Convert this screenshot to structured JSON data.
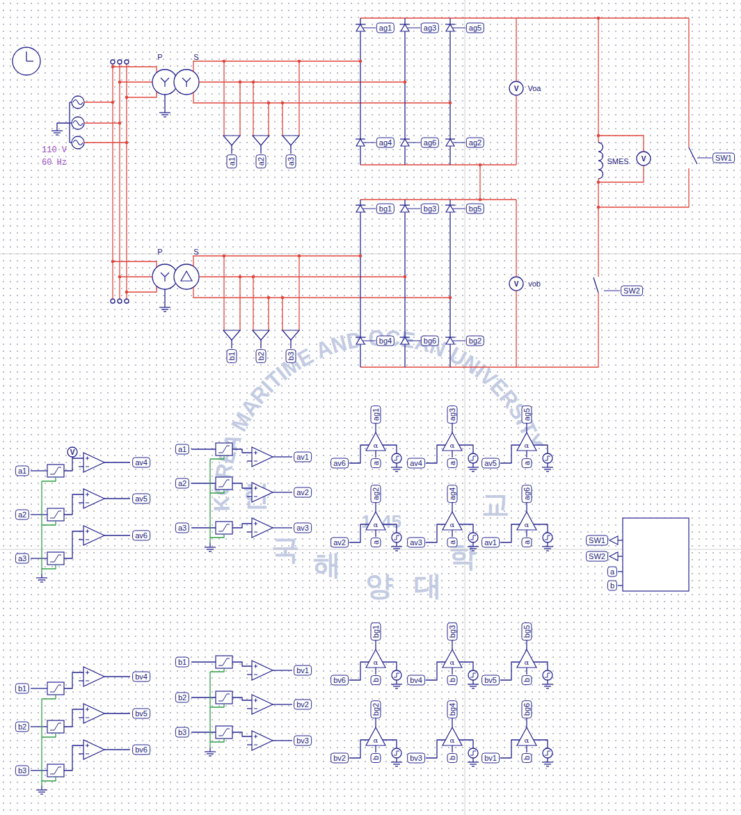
{
  "diagram": {
    "labels": [
      "110 V",
      "60 Hz",
      "P",
      "S",
      "P",
      "S",
      "a1",
      "a2",
      "a3",
      "ag1",
      "ag3",
      "ag5",
      "ag4",
      "ag6",
      "ag2",
      "V",
      "Voa",
      "SMES",
      "V",
      "SW1",
      "bg1",
      "bg3",
      "bg5",
      "bg4",
      "bg6",
      "bg2",
      "V",
      "vob",
      "SW2",
      "b1",
      "b2",
      "b3",
      "a1",
      "a2",
      "a3",
      "V",
      "av4",
      "av5",
      "av6",
      "a1",
      "a2",
      "a3",
      "av1",
      "av2",
      "av3",
      "ag1",
      "α",
      "av6",
      "a",
      "ag3",
      "α",
      "av4",
      "a",
      "ag5",
      "α",
      "av5",
      "a",
      "ag2",
      "α",
      "av2",
      "a",
      "ag4",
      "α",
      "av3",
      "a",
      "ag6",
      "α",
      "av1",
      "a",
      "SW1",
      "SW2",
      "a",
      "b",
      "b1",
      "b2",
      "b3",
      "bv4",
      "bv5",
      "bv6",
      "b1",
      "b2",
      "b3",
      "bv1",
      "bv2",
      "bv3",
      "bg1",
      "α",
      "bv6",
      "b",
      "bg3",
      "α",
      "bv4",
      "b",
      "bg5",
      "α",
      "bv5",
      "b",
      "bg2",
      "α",
      "bv2",
      "b",
      "bg4",
      "α",
      "bv3",
      "b",
      "bg6",
      "α",
      "bv1",
      "b",
      "KOREA MARITIME AND OCEAN UNIVERSITY",
      "1945",
      "한",
      "국",
      "해",
      "양",
      "대",
      "학",
      "교"
    ]
  }
}
